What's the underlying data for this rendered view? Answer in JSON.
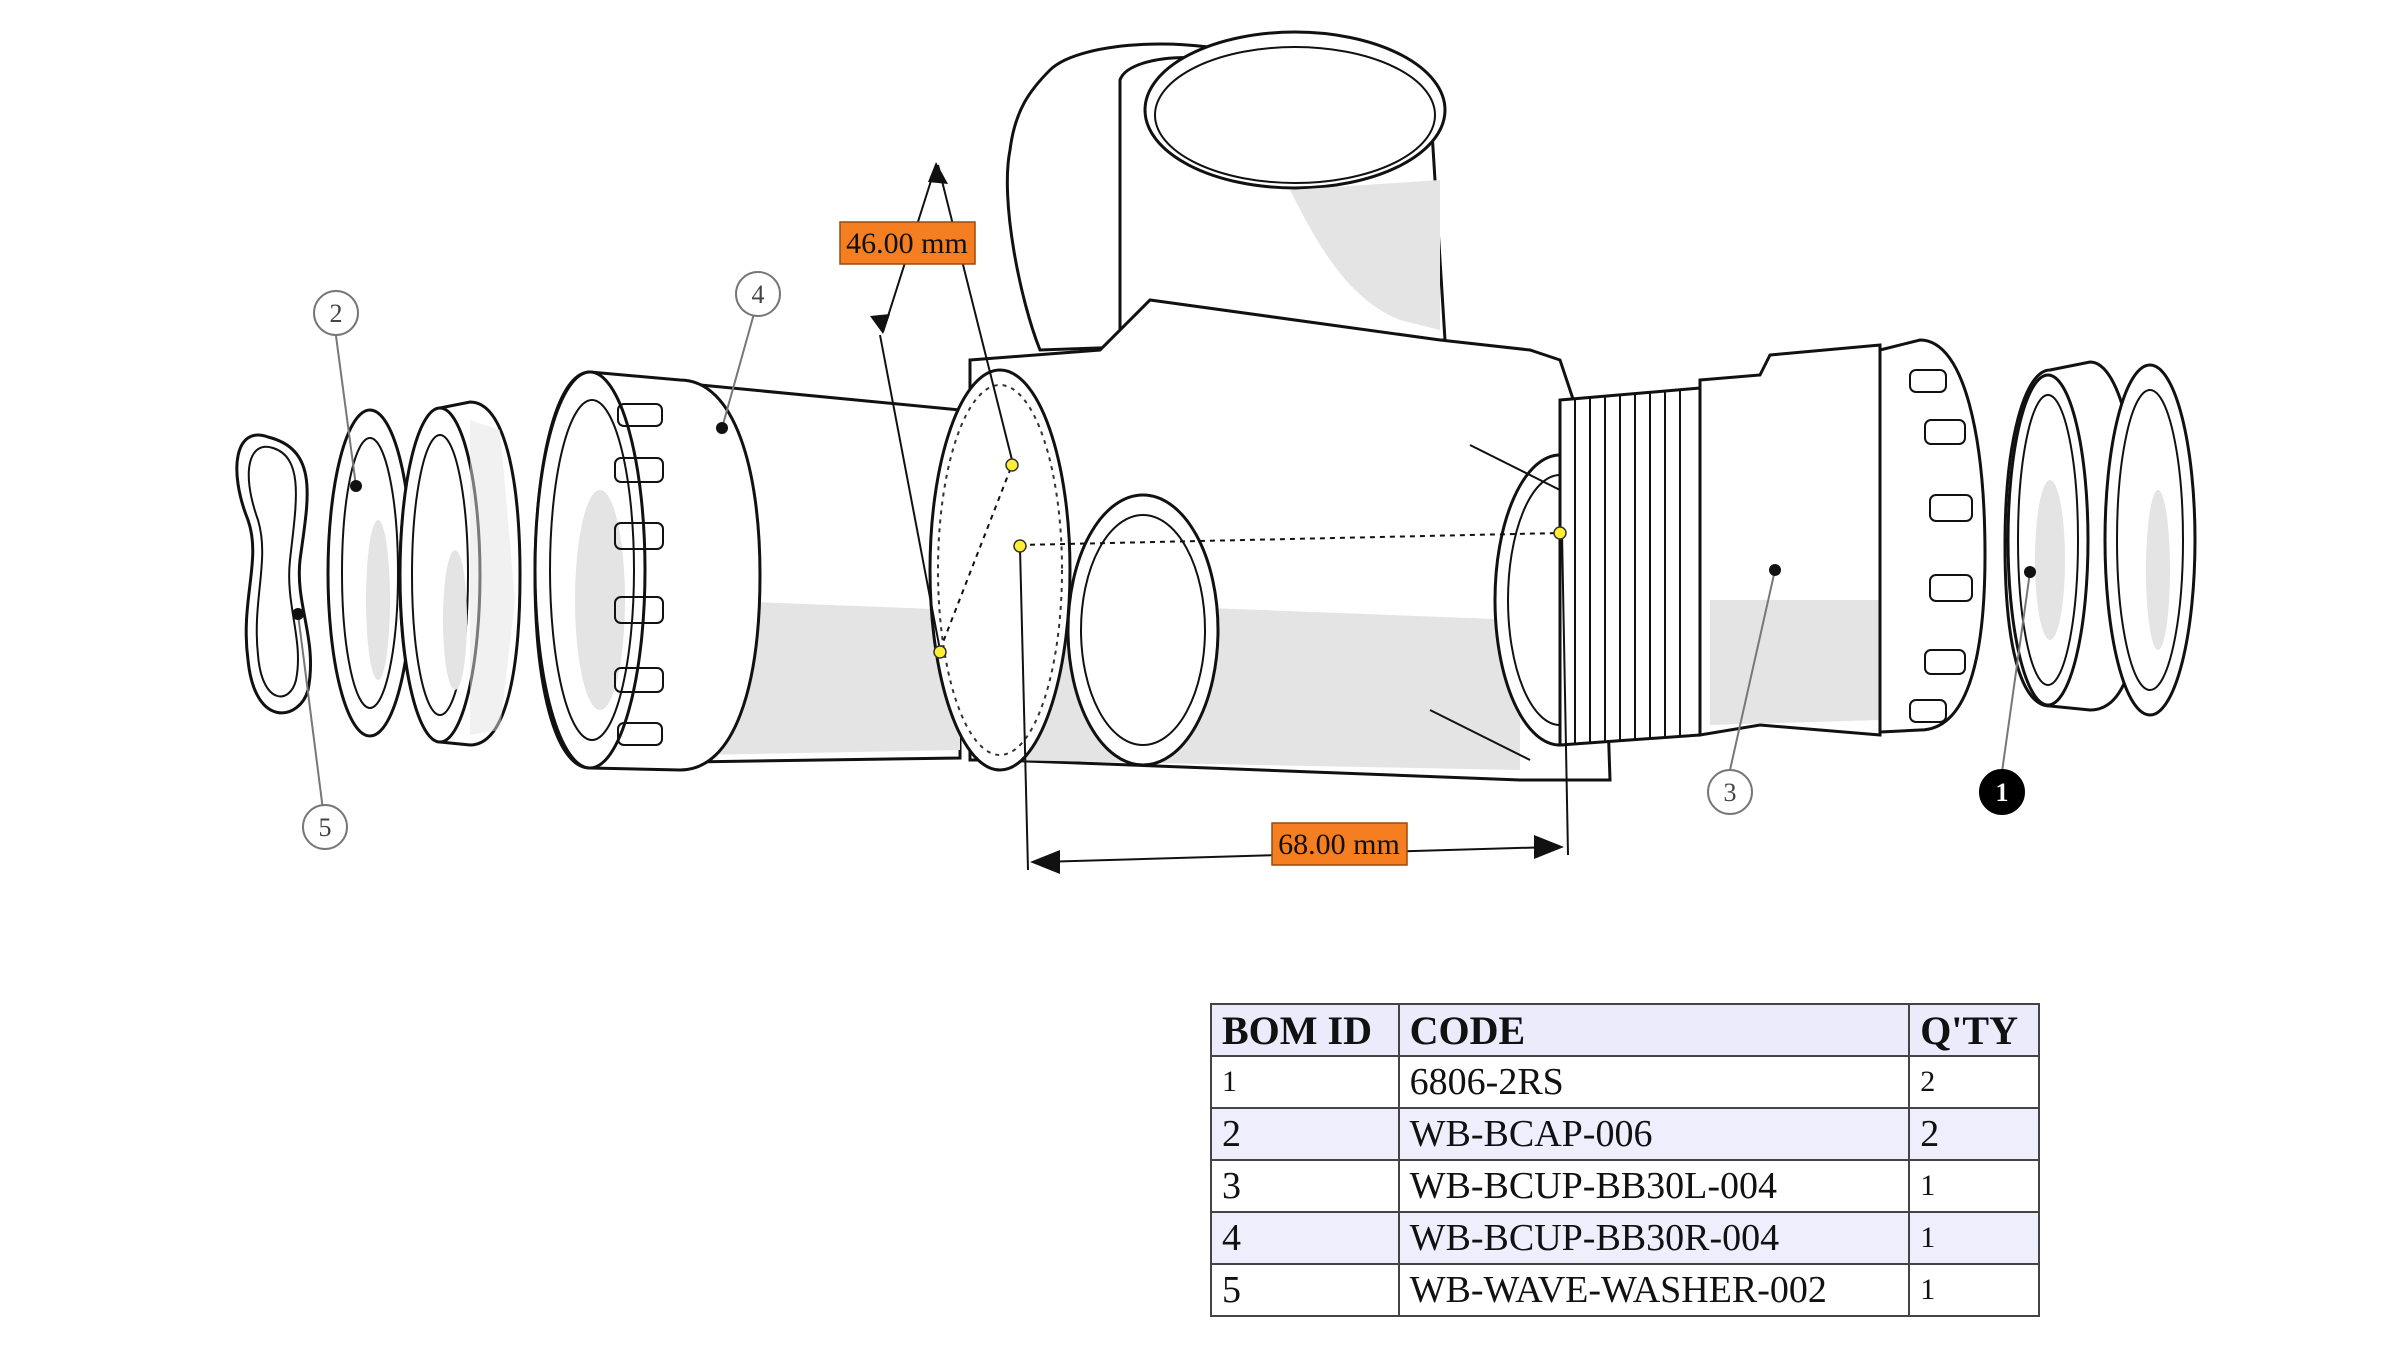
{
  "dimensions": [
    {
      "id": "dim-46",
      "label": "46.00 mm"
    },
    {
      "id": "dim-68",
      "label": "68.00 mm"
    }
  ],
  "balloons": [
    {
      "id": "1",
      "label": "1",
      "style": "filled"
    },
    {
      "id": "2",
      "label": "2",
      "style": "outline"
    },
    {
      "id": "3",
      "label": "3",
      "style": "outline"
    },
    {
      "id": "4",
      "label": "4",
      "style": "outline"
    },
    {
      "id": "5",
      "label": "5",
      "style": "outline"
    }
  ],
  "colors": {
    "dimension_label": "#f47e20",
    "snap_point": "#ffee33",
    "table_header": "#ebebfb"
  },
  "bom": {
    "headers": [
      "BOM ID",
      "CODE",
      "Q'TY"
    ],
    "rows": [
      {
        "id": "1",
        "code": "6806-2RS",
        "qty": "2"
      },
      {
        "id": "2",
        "code": "WB-BCAP-006",
        "qty": "2"
      },
      {
        "id": "3",
        "code": "WB-BCUP-BB30L-004",
        "qty": "1"
      },
      {
        "id": "4",
        "code": "WB-BCUP-BB30R-004",
        "qty": "1"
      },
      {
        "id": "5",
        "code": "WB-WAVE-WASHER-002",
        "qty": "1"
      }
    ]
  }
}
